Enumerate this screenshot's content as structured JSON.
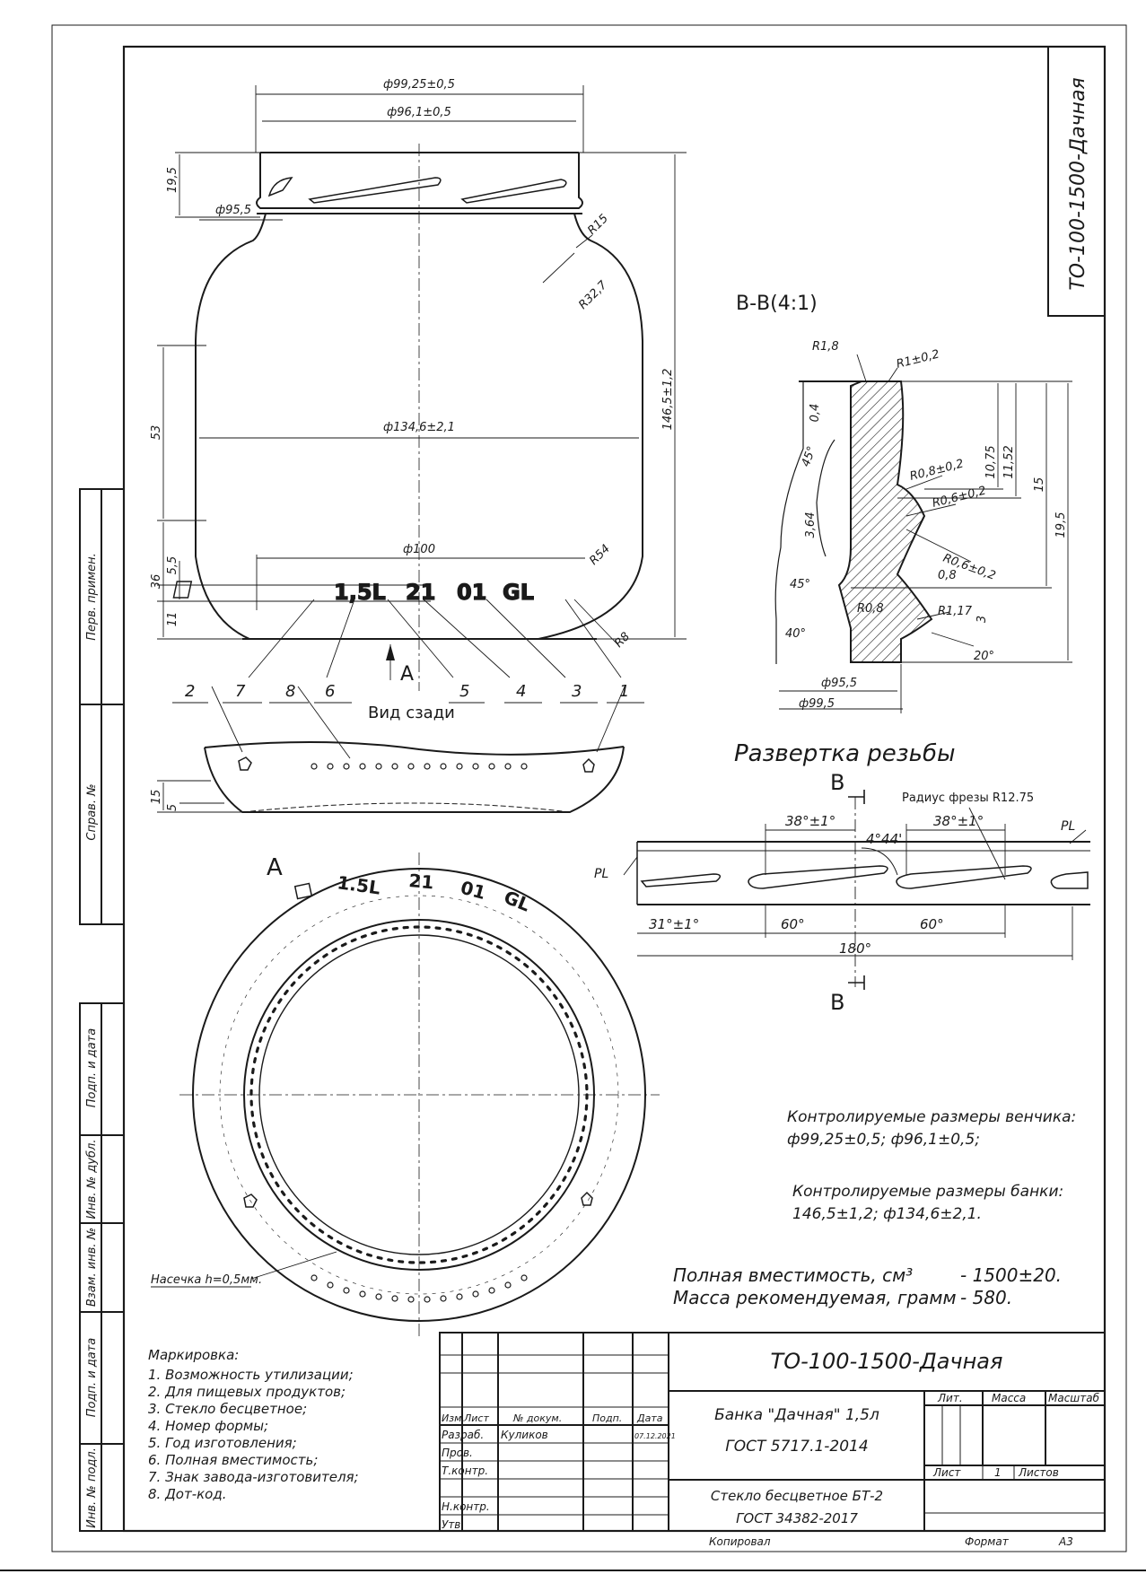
{
  "side_stamp": "ТО-100-1500-Дачная",
  "main_view": {
    "dims": {
      "d_outer_finish": "ф99,25±0,5",
      "d_inner_finish": "ф96,1±0,5",
      "h_finish": "19,5",
      "d_neck": "ф95,5",
      "r_shoulder_small": "R15",
      "r_shoulder": "R32,7",
      "h_total": "146,5±1,2",
      "h_53": "53",
      "d_body": "ф134,6±2,1",
      "d_base": "ф100",
      "r_heel": "R54",
      "h_36": "36",
      "h_5_5": "5,5",
      "h_11": "11",
      "r_base": "R8"
    },
    "embossing": [
      "1,5L",
      "21",
      "01",
      "GL"
    ],
    "callouts": [
      "7",
      "6",
      "5",
      "4",
      "3",
      "8",
      "2",
      "1"
    ],
    "view_arrow": "A",
    "back_view_label": "Вид сзади",
    "back_dims": {
      "h_15": "15",
      "h_5": "5"
    }
  },
  "section_view": {
    "title": "В-В(4:1)",
    "dims": {
      "r1_8": "R1,8",
      "r1_0_2": "R1±0,2",
      "d0_4": "0,4",
      "a45_top": "45°",
      "r0_8": "R0,8±0,2",
      "r0_6a": "R0,6±0,2",
      "r0_6b": "R0,6±0,2",
      "d3_64": "3,64",
      "d0_8": "0,8",
      "a45": "45°",
      "a40": "40°",
      "r0_8b": "R0,8",
      "r1_17": "R1,17",
      "d3": "3",
      "a20": "20°",
      "d95_5": "ф95,5",
      "d99_5": "ф99,5",
      "h10_75": "10,75",
      "h11_52": "11,52",
      "h15": "15",
      "h19_5": "19,5"
    }
  },
  "thread": {
    "title": "Развертка резьбы",
    "section_mark": "В",
    "cutter": "Радиус фрезы R12.75",
    "pl": "PL",
    "a38a": "38°±1°",
    "a38b": "38°±1°",
    "a4_44": "4°44'",
    "a31": "31°±1°",
    "a60a": "60°",
    "a60b": "60°",
    "a180": "180°"
  },
  "bottom_view": {
    "label": "A",
    "ring_text": [
      "1.5L",
      "21",
      "01",
      "GL"
    ],
    "notch": "Насечка h=0,5мм."
  },
  "controlled": {
    "finish_title": "Контролируемые размеры венчика:",
    "finish_values": "ф99,25±0,5; ф96,1±0,5;",
    "jar_title": "Контролируемые размеры банки:",
    "jar_values": "146,5±1,2; ф134,6±2,1."
  },
  "capacity": {
    "label": "Полная вместимость, см³",
    "value": "- 1500±20.",
    "mass_label": "Масса рекомендуемая, грамм",
    "mass_value": "- 580."
  },
  "marking": {
    "title": "Маркировка:",
    "items": [
      "1. Возможность утилизации;",
      "2. Для пищевых продуктов;",
      "3. Стекло бесцветное;",
      "4. Номер формы;",
      "5. Год изготовления;",
      "6. Полная вместимость;",
      "7. Знак завода-изготовителя;",
      "8. Дот-код."
    ]
  },
  "left_strip": [
    "Перв. примен.",
    "Справ. №",
    "Подп. и дата",
    "Инв. № дубл.",
    "Взам. инв. №",
    "Подп. и дата",
    "Инв. № подл."
  ],
  "title_block": {
    "designation": "ТО-100-1500-Дачная",
    "name1": "Банка \"Дачная\" 1,5л",
    "name2": "ГОСТ 5717.1-2014",
    "material1": "Стекло бесцветное БТ-2",
    "material2": "ГОСТ 34382-2017",
    "hdr": [
      "Изм.",
      "Лист",
      "№ докум.",
      "Подп.",
      "Дата"
    ],
    "rows": [
      "Разраб.",
      "Пров.",
      "Т.контр.",
      "",
      "Н.контр.",
      "Утв."
    ],
    "developer": "Куликов",
    "date": "07.12.2021",
    "lit": "Лит.",
    "mass": "Масса",
    "scale": "Масштаб",
    "sheet": "Лист",
    "sheet_no": "1",
    "sheets": "Листов",
    "copied": "Копировал",
    "format": "Формат",
    "format_value": "А3"
  }
}
